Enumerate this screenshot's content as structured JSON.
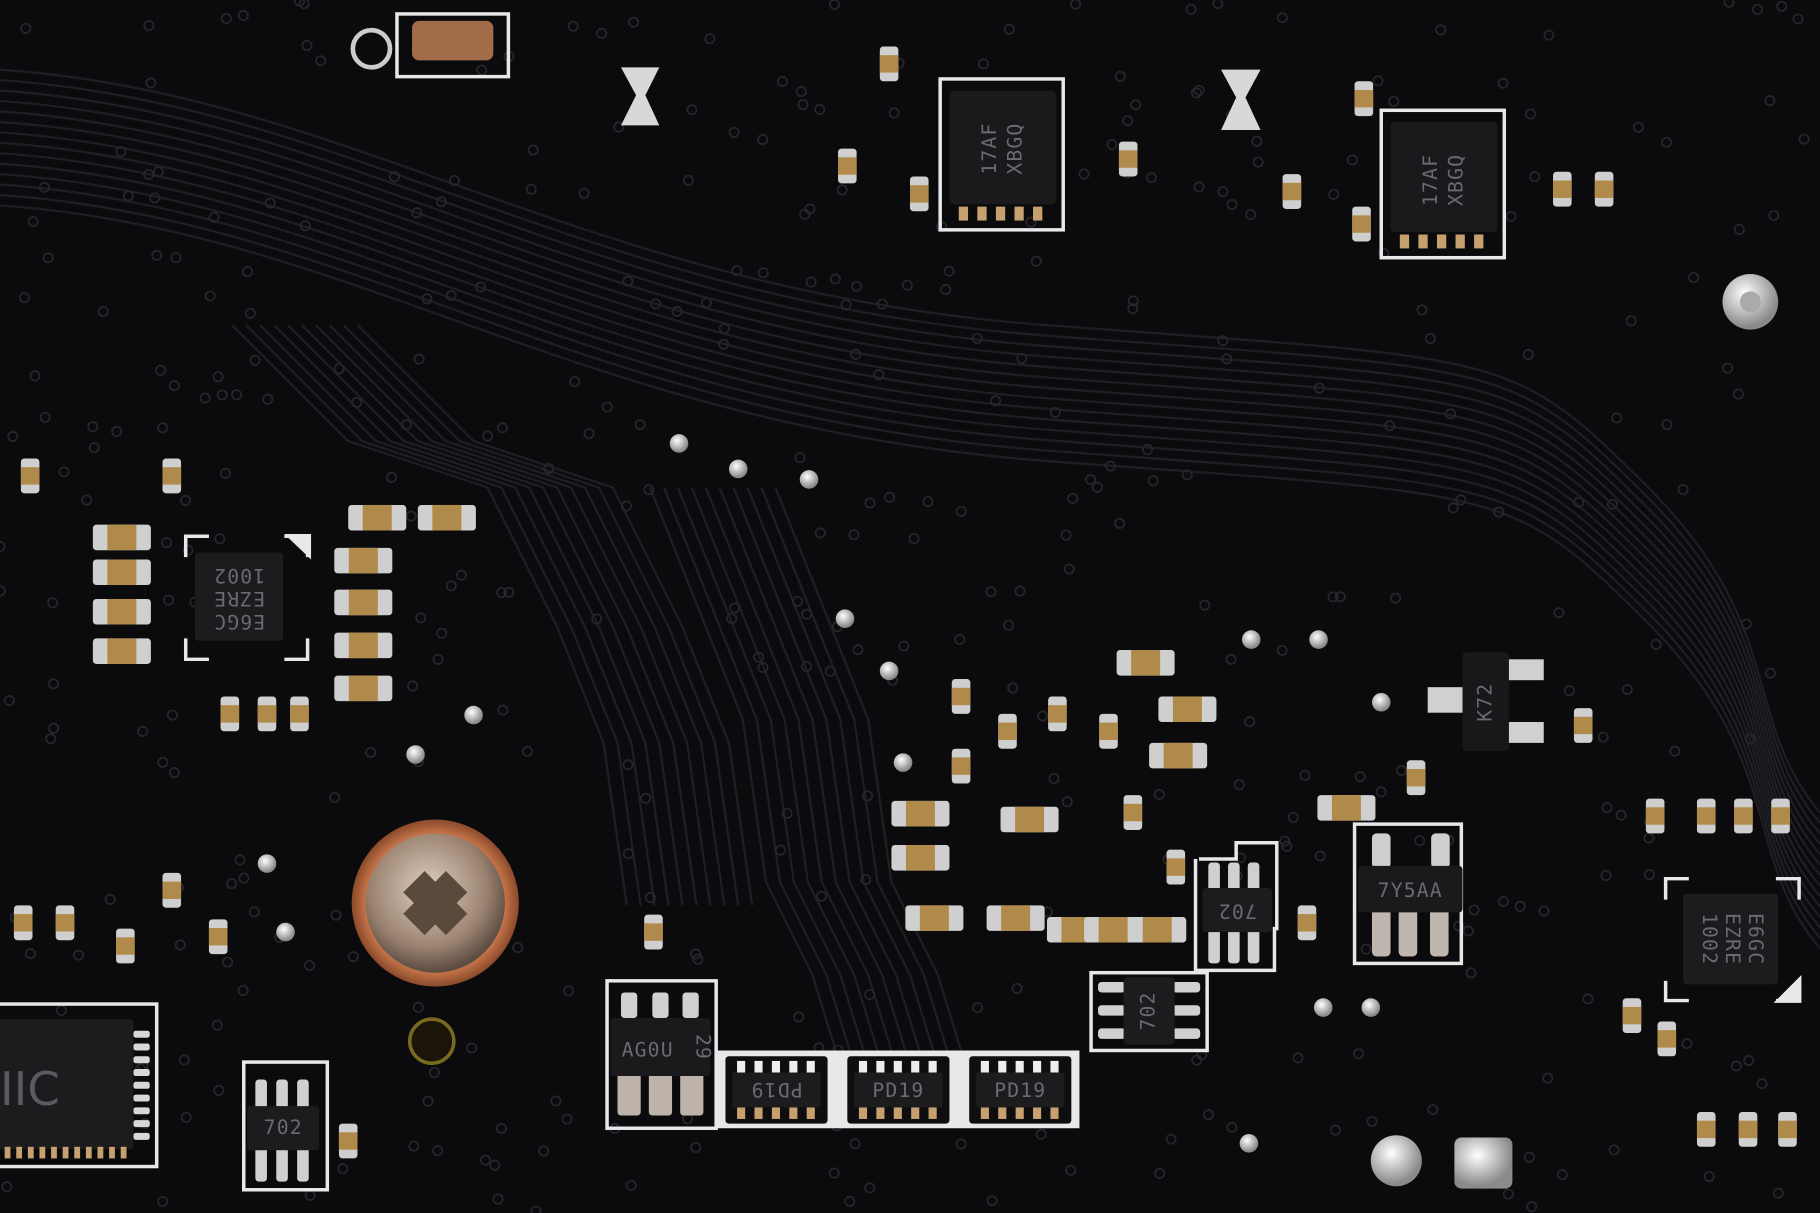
{
  "chips": {
    "power_fet_1": {
      "line1": "17AF",
      "line2": "XBGQ"
    },
    "power_fet_2": {
      "line1": "17AF",
      "line2": "XBGQ"
    },
    "qfn_left": {
      "line1": "E6GC",
      "line2": "EZRE",
      "line3": "1002"
    },
    "qfn_right": {
      "line1": "E6GC",
      "line2": "EZRE",
      "line3": "1002"
    },
    "sot_k72": {
      "label": "K72"
    },
    "sot_7y5aa": {
      "label": "7Y5AA"
    },
    "sot_702_a": {
      "label": "702"
    },
    "sot_702_b": {
      "label": "702"
    },
    "sot_702_c": {
      "label": "702"
    },
    "sot_ag0u": {
      "label": "AG0U",
      "code": "29"
    },
    "pd19_1": {
      "label": "PD19"
    },
    "pd19_2": {
      "label": "PD19"
    },
    "pd19_3": {
      "label": "PD19"
    },
    "controller": {
      "label": "IIC"
    }
  },
  "colors": {
    "board": "#0b0b0d",
    "silkscreen": "#e8e8ea",
    "trace": "#1c1c20",
    "capacitor": "#b08a4a",
    "pad": "#c8c8c8",
    "copper_ring": "#c4704a"
  }
}
